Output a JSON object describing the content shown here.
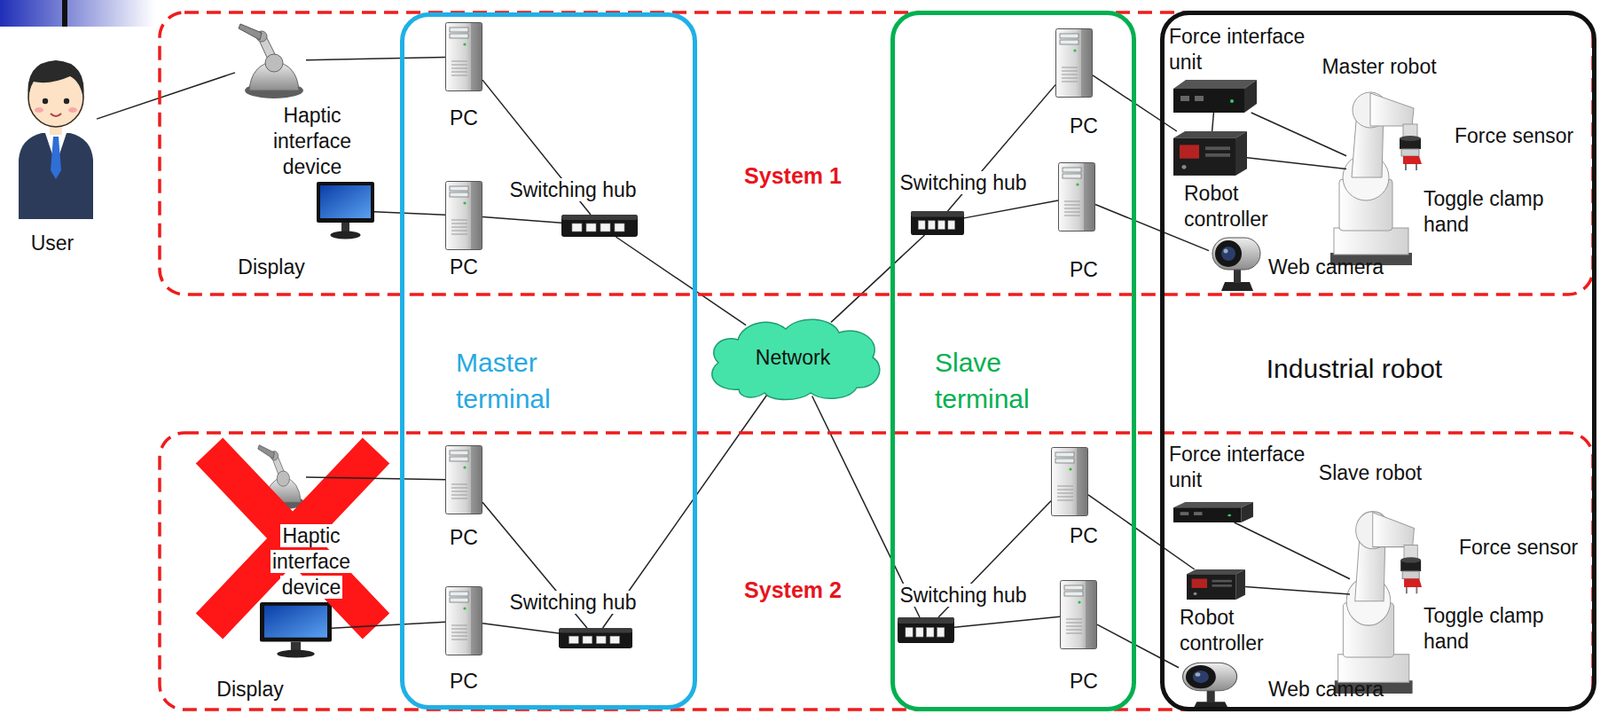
{
  "diagram": {
    "nodes": [
      {
        "text": [
          "System 1"
        ]
      },
      {
        "text": [
          "System 2"
        ]
      },
      {
        "text": [
          "Master terminal"
        ]
      },
      {
        "text": [
          "Slave terminal"
        ]
      },
      {
        "text": [
          "Industrial robot"
        ]
      },
      {
        "text": [
          "User"
        ]
      },
      {
        "text": [
          "Haptic interface device"
        ],
        "in": 0
      },
      {
        "text": [
          "Display"
        ],
        "in": 0
      },
      {
        "text": [
          "PC"
        ],
        "in": 2
      },
      {
        "text": [
          "PC"
        ],
        "in": 2
      },
      {
        "text": [
          "Switching hub"
        ],
        "in": 2
      },
      {
        "text": [
          "Network"
        ]
      },
      {
        "text": [
          "PC"
        ],
        "in": 3
      },
      {
        "text": [
          "Switching hub"
        ],
        "in": 3
      },
      {
        "text": [
          "PC"
        ],
        "in": 3
      },
      {
        "text": [
          "Force interface unit"
        ],
        "in": 4
      },
      {
        "text": [
          "Robot controller"
        ],
        "in": 4
      },
      {
        "text": [
          "Master robot"
        ],
        "in": 4
      },
      {
        "text": [
          "Web camera"
        ],
        "in": 4
      },
      {
        "text": [
          "Haptic interface device"
        ],
        "in": 1
      },
      {
        "text": [
          "Display"
        ],
        "in": 1
      },
      {
        "text": [
          "PC"
        ],
        "in": 2
      },
      {
        "text": [
          "PC"
        ],
        "in": 2
      },
      {
        "text": [
          "Switching hub"
        ],
        "in": 2
      },
      {
        "text": [
          "PC"
        ],
        "in": 3
      },
      {
        "text": [
          "Switching hub"
        ],
        "in": 3
      },
      {
        "text": [
          "PC"
        ],
        "in": 3
      },
      {
        "text": [
          "Force interface unit"
        ],
        "in": 4
      },
      {
        "text": [
          "Robot controller"
        ],
        "in": 4
      },
      {
        "text": [
          "Slave robot"
        ],
        "in": 4
      },
      {
        "text": [
          "Web camera"
        ],
        "in": 4
      }
    ],
    "edges": [
      {
        "from": 5,
        "to": 6,
        "arrow": "none"
      },
      {
        "from": 6,
        "to": 8,
        "arrow": "none"
      },
      {
        "from": 7,
        "to": 9,
        "arrow": "none"
      },
      {
        "from": 8,
        "to": 10,
        "arrow": "none"
      },
      {
        "from": 9,
        "to": 10,
        "arrow": "none"
      },
      {
        "from": 10,
        "to": 11,
        "arrow": "none"
      },
      {
        "from": 11,
        "to": 13,
        "arrow": "none"
      },
      {
        "from": 13,
        "to": 12,
        "arrow": "none"
      },
      {
        "from": 13,
        "to": 14,
        "arrow": "none"
      },
      {
        "from": 12,
        "to": 16,
        "arrow": "none"
      },
      {
        "from": 14,
        "to": 18,
        "arrow": "none"
      },
      {
        "from": 15,
        "to": 17,
        "arrow": "none"
      },
      {
        "from": 16,
        "to": 17,
        "arrow": "none"
      },
      {
        "from": 15,
        "to": 16,
        "arrow": "none"
      },
      {
        "from": 19,
        "to": 21,
        "arrow": "none"
      },
      {
        "from": 20,
        "to": 22,
        "arrow": "none"
      },
      {
        "from": 21,
        "to": 23,
        "arrow": "none"
      },
      {
        "from": 22,
        "to": 23,
        "arrow": "none"
      },
      {
        "from": 23,
        "to": 11,
        "arrow": "none"
      },
      {
        "from": 11,
        "to": 25,
        "arrow": "none"
      },
      {
        "from": 25,
        "to": 24,
        "arrow": "none"
      },
      {
        "from": 25,
        "to": 26,
        "arrow": "none"
      },
      {
        "from": 24,
        "to": 28,
        "arrow": "none"
      },
      {
        "from": 26,
        "to": 30,
        "arrow": "none"
      },
      {
        "from": 27,
        "to": 29,
        "arrow": "none"
      },
      {
        "from": 28,
        "to": 29,
        "arrow": "none"
      }
    ],
    "labels": [
      "Force sensor",
      "Toggle clamp hand",
      "Force sensor",
      "Toggle clamp hand"
    ]
  }
}
